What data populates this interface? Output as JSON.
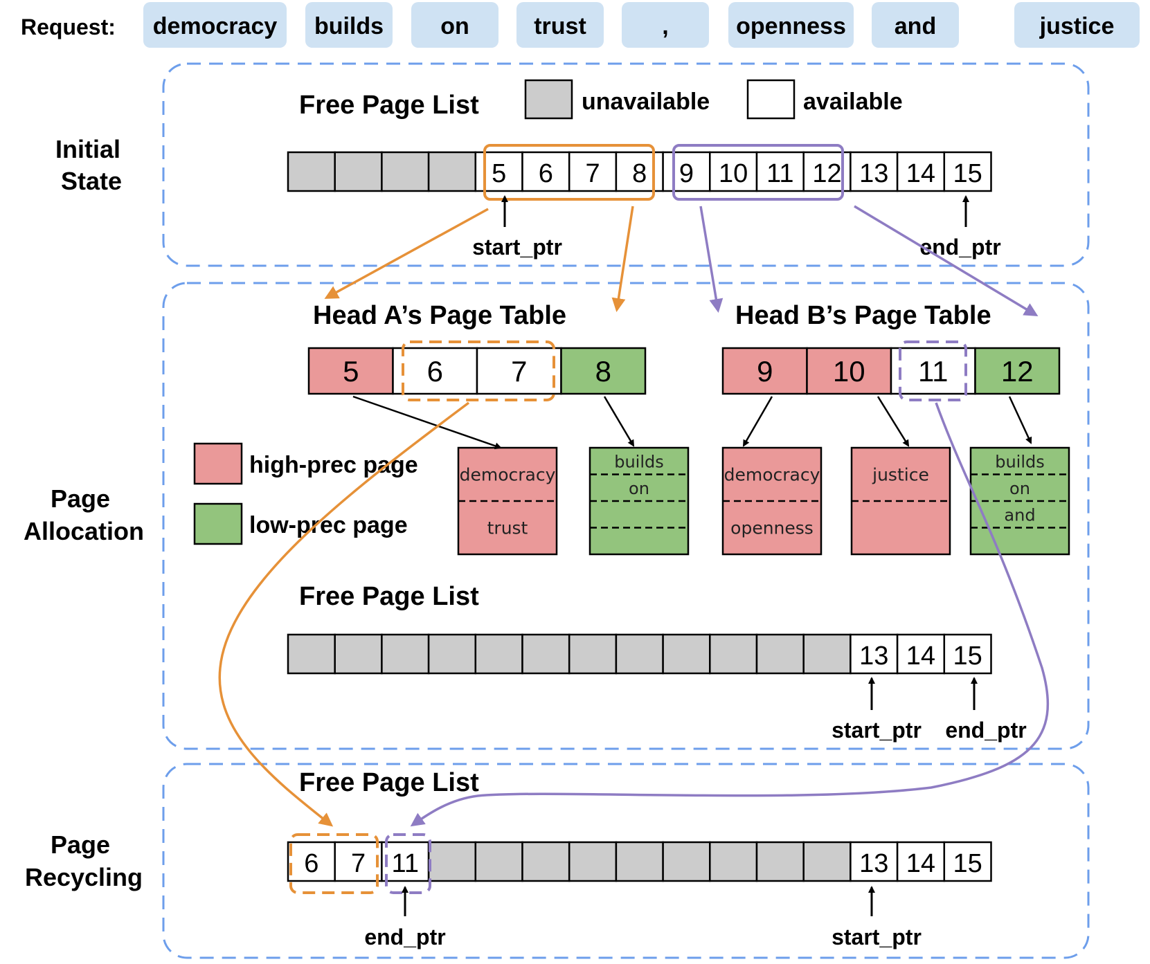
{
  "request": {
    "label": "Request:",
    "tokens": [
      "democracy",
      "builds",
      "on",
      "trust",
      ",",
      "openness",
      "and",
      "justice"
    ]
  },
  "colors": {
    "token_bg": "#cfe2f3",
    "section_border": "#6d9eeb",
    "unavailable": "#cccccc",
    "available": "#ffffff",
    "high_prec": "#ea9999",
    "low_prec": "#93c47d",
    "head_a_accent": "#e69138",
    "head_b_accent": "#8e7cc3"
  },
  "sections": {
    "initial": "Initial State",
    "allocation": "Page Allocation",
    "recycling": "Page Recycling"
  },
  "initial_state": {
    "list_title": "Free Page List",
    "legend_unavailable": "unavailable",
    "legend_available": "available",
    "cells": [
      "",
      "",
      "",
      "",
      "5",
      "6",
      "7",
      "8",
      "9",
      "10",
      "11",
      "12",
      "13",
      "14",
      "15"
    ],
    "start_ptr": "start_ptr",
    "end_ptr": "end_ptr"
  },
  "page_allocation": {
    "head_a": {
      "title": "Head A’s Page Table",
      "entries": [
        {
          "page": "5",
          "kind": "high"
        },
        {
          "page": "6",
          "kind": "free"
        },
        {
          "page": "7",
          "kind": "free"
        },
        {
          "page": "8",
          "kind": "low"
        }
      ],
      "blocks": [
        {
          "kind": "high",
          "slots": [
            "democracy",
            "trust"
          ]
        },
        {
          "kind": "low",
          "slots": [
            "builds",
            "on",
            "",
            ""
          ]
        }
      ]
    },
    "head_b": {
      "title": "Head B’s Page Table",
      "entries": [
        {
          "page": "9",
          "kind": "high"
        },
        {
          "page": "10",
          "kind": "high"
        },
        {
          "page": "11",
          "kind": "free"
        },
        {
          "page": "12",
          "kind": "low"
        }
      ],
      "blocks": [
        {
          "kind": "high",
          "slots": [
            "democracy",
            "openness"
          ]
        },
        {
          "kind": "high",
          "slots": [
            "justice",
            ""
          ]
        },
        {
          "kind": "low",
          "slots": [
            "builds",
            "on",
            "and",
            ""
          ]
        }
      ]
    },
    "legend_high": "high-prec page",
    "legend_low": "low-prec page",
    "list_title": "Free Page List",
    "cells": [
      "",
      "",
      "",
      "",
      "",
      "",
      "",
      "",
      "",
      "",
      "",
      "",
      "13",
      "14",
      "15"
    ],
    "start_ptr": "start_ptr",
    "end_ptr": "end_ptr"
  },
  "page_recycling": {
    "list_title": "Free Page List",
    "cells": [
      "6",
      "7",
      "11",
      "",
      "",
      "",
      "",
      "",
      "",
      "",
      "",
      "",
      "13",
      "14",
      "15"
    ],
    "end_ptr": "end_ptr",
    "start_ptr": "start_ptr"
  }
}
